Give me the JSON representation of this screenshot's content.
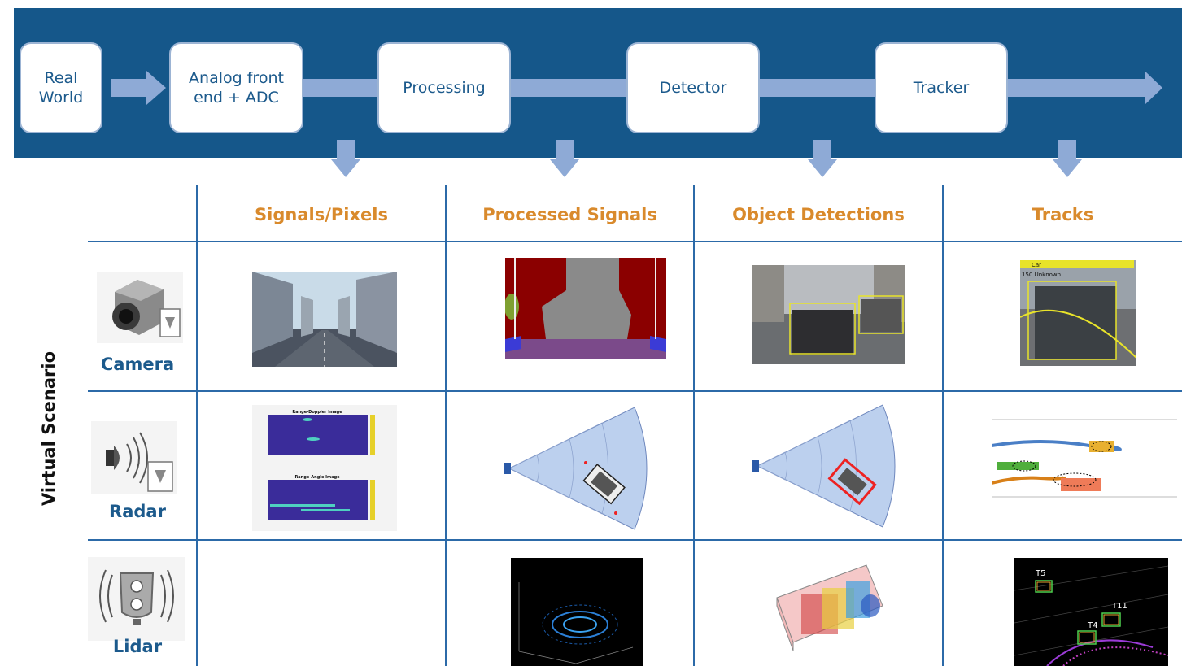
{
  "pipeline": {
    "stages": [
      {
        "label_line1": "Real",
        "label_line2": "World"
      },
      {
        "label_line1": "Analog front",
        "label_line2": "end + ADC"
      },
      {
        "label_line1": "Processing",
        "label_line2": ""
      },
      {
        "label_line1": "Detector",
        "label_line2": ""
      },
      {
        "label_line1": "Tracker",
        "label_line2": ""
      }
    ]
  },
  "columns": [
    "Signals/Pixels",
    "Processed Signals",
    "Object Detections",
    "Tracks"
  ],
  "side_label": "Virtual Scenario",
  "sensors": [
    "Camera",
    "Radar",
    "Lidar"
  ],
  "thumbnails": {
    "radar_signal_top_title": "Range-Doppler Image",
    "radar_signal_bottom_title": "Range-Angle Image",
    "camera_track_label_1": "Car",
    "camera_track_label_2": "150 Unknown",
    "lidar_track_labels": [
      "T5",
      "T11",
      "T4"
    ]
  },
  "colors": {
    "banner": "#15578a",
    "arrow": "#8eaad6",
    "grid_line": "#2c6aa8",
    "column_header": "#d98a2c",
    "sensor_label": "#1c5a8c"
  }
}
